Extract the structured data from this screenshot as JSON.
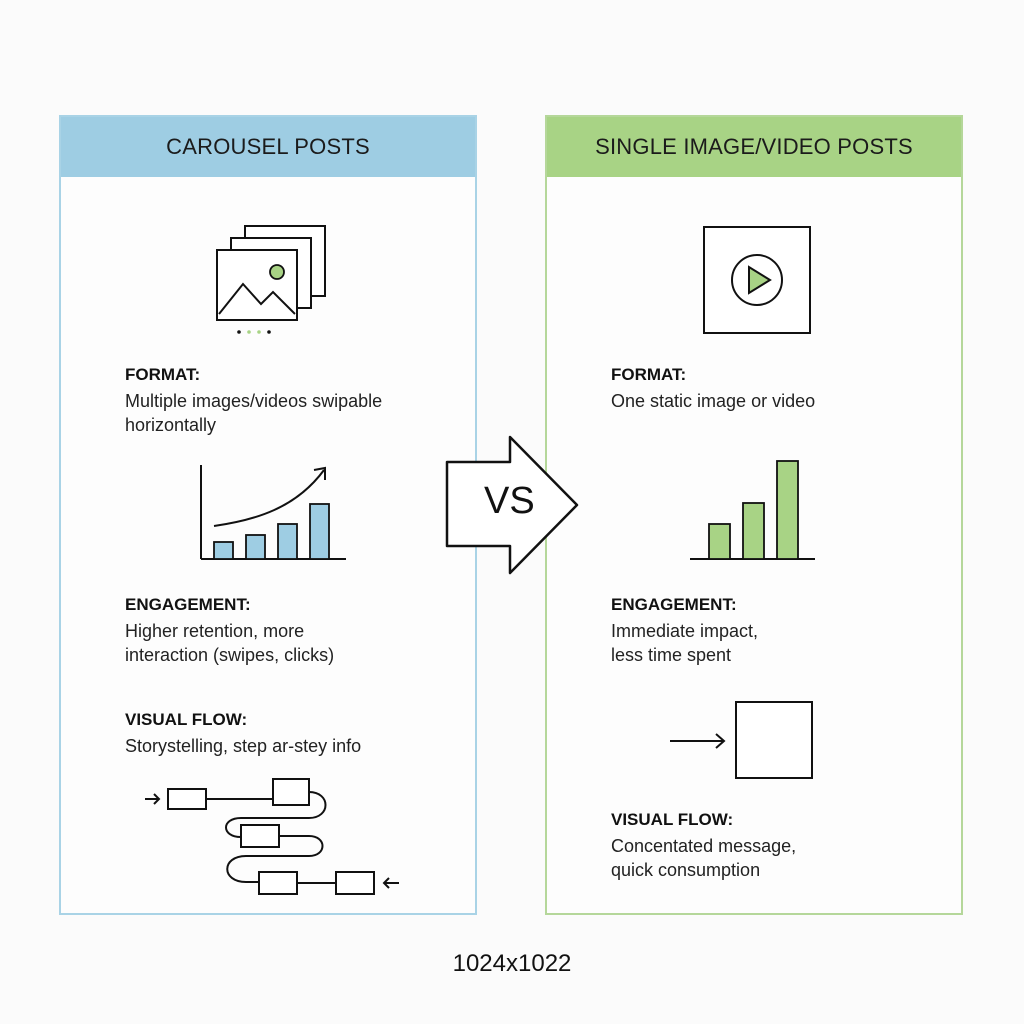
{
  "left": {
    "title": "CAROUSEL POSTS",
    "format_label": "FORMAT:",
    "format_text_1": "Multiple images/videos swipable",
    "format_text_2": "horizontally",
    "engagement_label": "ENGAGEMENT:",
    "engagement_text_1": "Higher retention, more",
    "engagement_text_2": "interaction (swipes, clicks)",
    "flow_label": "VISUAL FLOW:",
    "flow_text": "Storystelling, step ar-stey info"
  },
  "right": {
    "title": "SINGLE IMAGE/VIDEO POSTS",
    "format_label": "FORMAT:",
    "format_text": "One static image or video",
    "engagement_label": "ENGAGEMENT:",
    "engagement_text_1": "Immediate impact,",
    "engagement_text_2": "less time spent",
    "flow_label": "VISUAL FLOW:",
    "flow_text_1": "Concentated message,",
    "flow_text_2": "quick consumption"
  },
  "vs_label": "VS",
  "footer_text": "1024x1022",
  "colors": {
    "left_accent": "#9ecde3",
    "right_accent": "#a8d385"
  },
  "icons": {
    "left_format": "image-stack-icon",
    "left_engagement": "rising-bar-chart-icon",
    "left_flow": "multi-step-flow-icon",
    "right_format": "play-video-icon",
    "right_engagement": "bar-chart-icon",
    "right_flow": "single-step-flow-icon"
  }
}
